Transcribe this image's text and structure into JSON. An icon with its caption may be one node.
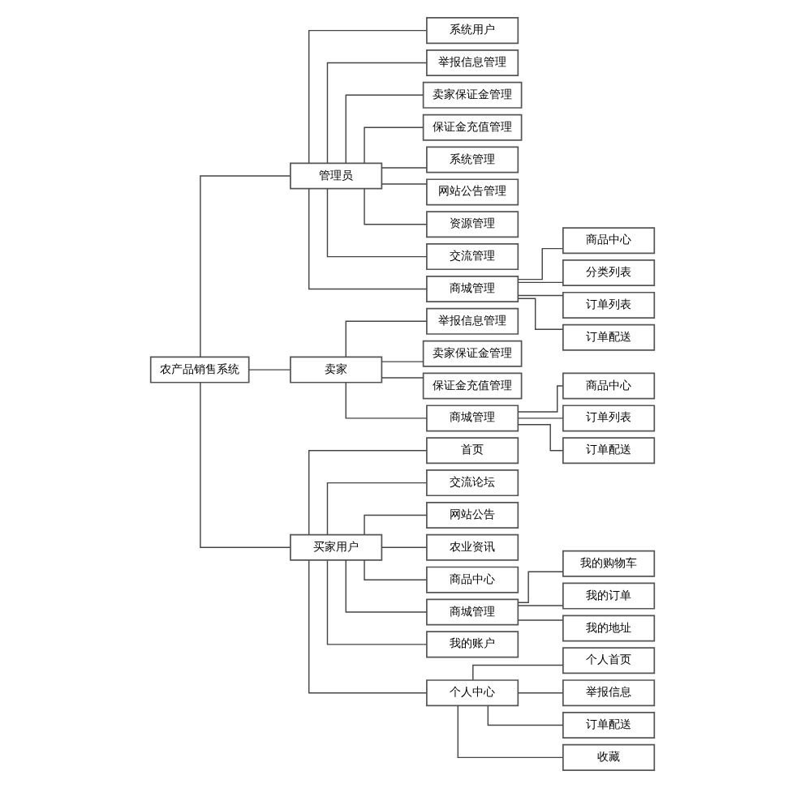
{
  "diagram": {
    "nodes": [
      {
        "text": [
          "农产品销售系统"
        ]
      },
      {
        "text": [
          "管理员"
        ]
      },
      {
        "text": [
          "系统用户"
        ]
      },
      {
        "text": [
          "举报信息管理"
        ]
      },
      {
        "text": [
          "卖家保证金管理"
        ]
      },
      {
        "text": [
          "保证金充值管理"
        ]
      },
      {
        "text": [
          "系统管理"
        ]
      },
      {
        "text": [
          "网站公告管理"
        ]
      },
      {
        "text": [
          "资源管理"
        ]
      },
      {
        "text": [
          "交流管理"
        ]
      },
      {
        "text": [
          "商城管理"
        ]
      },
      {
        "text": [
          "商品中心"
        ]
      },
      {
        "text": [
          "分类列表"
        ]
      },
      {
        "text": [
          "订单列表"
        ]
      },
      {
        "text": [
          "订单配送"
        ]
      },
      {
        "text": [
          "卖家"
        ]
      },
      {
        "text": [
          "举报信息管理"
        ]
      },
      {
        "text": [
          "卖家保证金管理"
        ]
      },
      {
        "text": [
          "保证金充值管理"
        ]
      },
      {
        "text": [
          "商城管理"
        ]
      },
      {
        "text": [
          "商品中心"
        ]
      },
      {
        "text": [
          "订单列表"
        ]
      },
      {
        "text": [
          "订单配送"
        ]
      },
      {
        "text": [
          "买家用户"
        ]
      },
      {
        "text": [
          "首页"
        ]
      },
      {
        "text": [
          "交流论坛"
        ]
      },
      {
        "text": [
          "网站公告"
        ]
      },
      {
        "text": [
          "农业资讯"
        ]
      },
      {
        "text": [
          "商品中心"
        ]
      },
      {
        "text": [
          "商城管理"
        ]
      },
      {
        "text": [
          "我的账户"
        ]
      },
      {
        "text": [
          "个人中心"
        ]
      },
      {
        "text": [
          "我的购物车"
        ]
      },
      {
        "text": [
          "我的订单"
        ]
      },
      {
        "text": [
          "我的地址"
        ]
      },
      {
        "text": [
          "个人首页"
        ]
      },
      {
        "text": [
          "举报信息"
        ]
      },
      {
        "text": [
          "订单配送"
        ]
      },
      {
        "text": [
          "收藏"
        ]
      }
    ],
    "edges": [
      {
        "from": 0,
        "to": 1,
        "arrow": "none"
      },
      {
        "from": 0,
        "to": 15,
        "arrow": "none"
      },
      {
        "from": 0,
        "to": 23,
        "arrow": "none"
      },
      {
        "from": 1,
        "to": 2,
        "arrow": "none"
      },
      {
        "from": 1,
        "to": 3,
        "arrow": "none"
      },
      {
        "from": 1,
        "to": 4,
        "arrow": "none"
      },
      {
        "from": 1,
        "to": 5,
        "arrow": "none"
      },
      {
        "from": 1,
        "to": 6,
        "arrow": "none"
      },
      {
        "from": 1,
        "to": 7,
        "arrow": "none"
      },
      {
        "from": 1,
        "to": 8,
        "arrow": "none"
      },
      {
        "from": 1,
        "to": 9,
        "arrow": "none"
      },
      {
        "from": 1,
        "to": 10,
        "arrow": "none"
      },
      {
        "from": 10,
        "to": 11,
        "arrow": "none"
      },
      {
        "from": 10,
        "to": 12,
        "arrow": "none"
      },
      {
        "from": 10,
        "to": 13,
        "arrow": "none"
      },
      {
        "from": 10,
        "to": 14,
        "arrow": "none"
      },
      {
        "from": 15,
        "to": 16,
        "arrow": "none"
      },
      {
        "from": 15,
        "to": 17,
        "arrow": "none"
      },
      {
        "from": 15,
        "to": 18,
        "arrow": "none"
      },
      {
        "from": 15,
        "to": 19,
        "arrow": "none"
      },
      {
        "from": 19,
        "to": 20,
        "arrow": "none"
      },
      {
        "from": 19,
        "to": 21,
        "arrow": "none"
      },
      {
        "from": 19,
        "to": 22,
        "arrow": "none"
      },
      {
        "from": 23,
        "to": 24,
        "arrow": "none"
      },
      {
        "from": 23,
        "to": 25,
        "arrow": "none"
      },
      {
        "from": 23,
        "to": 26,
        "arrow": "none"
      },
      {
        "from": 23,
        "to": 27,
        "arrow": "none"
      },
      {
        "from": 23,
        "to": 28,
        "arrow": "none"
      },
      {
        "from": 23,
        "to": 29,
        "arrow": "none"
      },
      {
        "from": 23,
        "to": 30,
        "arrow": "none"
      },
      {
        "from": 23,
        "to": 31,
        "arrow": "none"
      },
      {
        "from": 29,
        "to": 32,
        "arrow": "none"
      },
      {
        "from": 29,
        "to": 33,
        "arrow": "none"
      },
      {
        "from": 29,
        "to": 34,
        "arrow": "none"
      },
      {
        "from": 31,
        "to": 35,
        "arrow": "none"
      },
      {
        "from": 31,
        "to": 36,
        "arrow": "none"
      },
      {
        "from": 31,
        "to": 37,
        "arrow": "none"
      },
      {
        "from": 31,
        "to": 38,
        "arrow": "none"
      }
    ]
  }
}
